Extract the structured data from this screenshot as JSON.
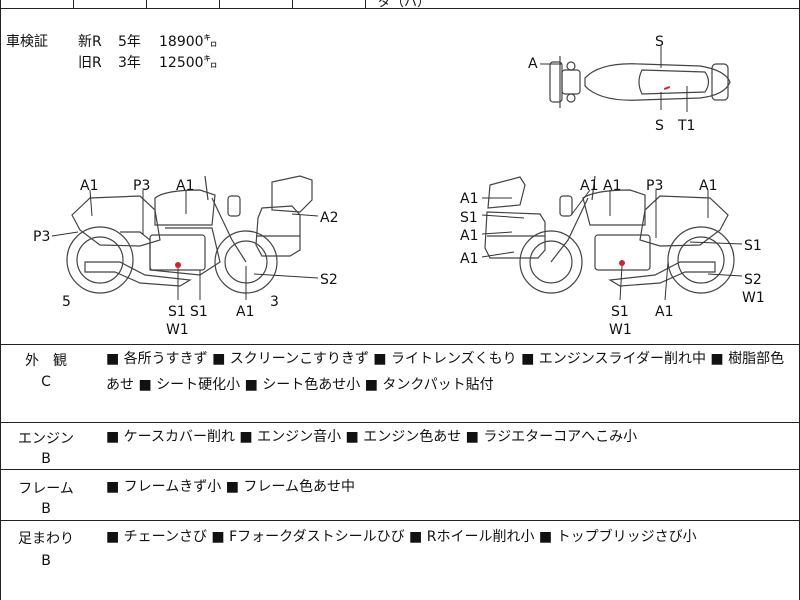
{
  "header": {
    "partial_text": "ダ（ハ）"
  },
  "shaken": {
    "label": "車検証",
    "rows": [
      {
        "type": "新R",
        "years": "5年",
        "km": "18900㌔"
      },
      {
        "type": "旧R",
        "years": "3年",
        "km": "12500㌔"
      }
    ]
  },
  "diagram": {
    "top_view": {
      "a": "A",
      "s_top": "S",
      "s_bottom": "S",
      "t1": "T1"
    },
    "left_side": {
      "a1_rear": "A1",
      "p3_top": "P3",
      "a1_tank": "A1",
      "a2": "A2",
      "p3_rear": "P3",
      "s2": "S2",
      "five": "5",
      "three": "3",
      "s1_a": "S1",
      "s1_b": "S1",
      "a1_front": "A1",
      "w1": "W1"
    },
    "right_side": {
      "a1_box": "A1",
      "s1_box": "S1",
      "a1_box2": "A1",
      "a1_box3": "A1",
      "a1_tank": "A1",
      "p3": "P3",
      "a1_rear": "A1",
      "s1_rear": "S1",
      "s2": "S2",
      "w1_rear": "W1",
      "s1_engine": "S1",
      "w1_engine": "W1",
      "a1_front": "A1"
    }
  },
  "sections": [
    {
      "title": "外　観",
      "grade": "C",
      "notes": "■ 各所うすきず ■ スクリーンこすりきず ■ ライトレンズくもり ■ エンジンスライダー削れ中 ■ 樹脂部色あせ ■ シート硬化小 ■ シート色あせ小 ■ タンクパット貼付"
    },
    {
      "title": "エンジン",
      "grade": "B",
      "notes": "■ ケースカバー削れ ■ エンジン音小 ■ エンジン色あせ ■ ラジエターコアへこみ小"
    },
    {
      "title": "フレーム",
      "grade": "B",
      "notes": "■ フレームきず小 ■ フレーム色あせ中"
    },
    {
      "title": "足まわり",
      "grade": "B",
      "notes": "■ チェーンさび ■ Fフォークダストシールひび ■ Rホイール削れ小 ■ トップブリッジさび小"
    }
  ],
  "colors": {
    "damage_mark": "#d2232a",
    "line": "#333333"
  }
}
